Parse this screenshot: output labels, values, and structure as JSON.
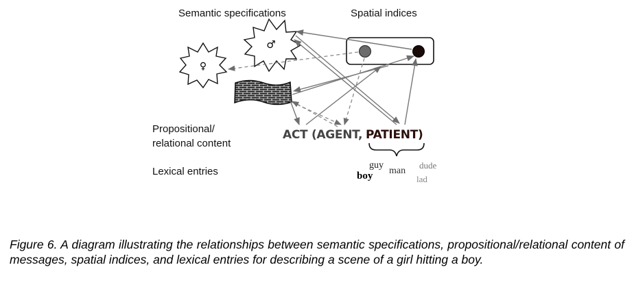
{
  "labels": {
    "semantic_specifications": "Semantic specifications",
    "spatial_indices": "Spatial indices",
    "propositional_line1": "Propositional/",
    "propositional_line2": "relational content",
    "lexical_entries": "Lexical entries"
  },
  "symbols": {
    "male": "♂",
    "female": "♀"
  },
  "proposition": {
    "act_agent": "ACT (AGENT,",
    "patient": "PATIENT)"
  },
  "lexical_words": {
    "boy": "boy",
    "guy": "guy",
    "man": "man",
    "dude": "dude",
    "lad": "lad"
  },
  "caption": "Figure 6. A diagram illustrating the relationships between semantic specifications, propositional/relational content of messages, spatial indices, and lexical entries for describing a scene of a girl hitting a boy.",
  "colors": {
    "arrow": "#777777",
    "index_dot_agent": "#6b6b6b",
    "index_dot_patient": "#1a0a08",
    "act_agent_text": "#444444",
    "patient_text": "#2a0f0a"
  },
  "icons": [
    "starburst-male-icon",
    "starburst-female-icon",
    "brick-wall-icon"
  ]
}
